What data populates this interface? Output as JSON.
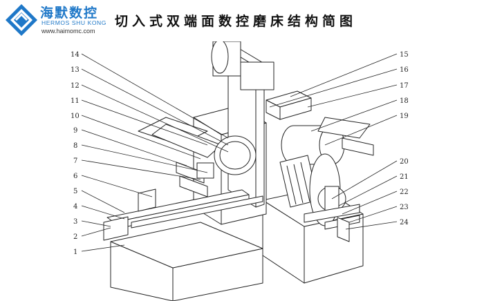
{
  "brand": {
    "name_cn": "海默数控",
    "name_en": "HERMOS SHU KONG",
    "url": "www.haimomc.com"
  },
  "title": "切入式双端面数控磨床结构简图",
  "colors": {
    "brand": "#1f78c8",
    "line": "#222222",
    "fill": "#ffffff"
  },
  "callouts": {
    "left": [
      "14",
      "13",
      "12",
      "11",
      "10",
      "9",
      "8",
      "7",
      "6",
      "5",
      "4",
      "3",
      "2",
      "1"
    ],
    "right": [
      "15",
      "16",
      "17",
      "18",
      "19",
      "20",
      "21",
      "22",
      "23",
      "24"
    ]
  }
}
